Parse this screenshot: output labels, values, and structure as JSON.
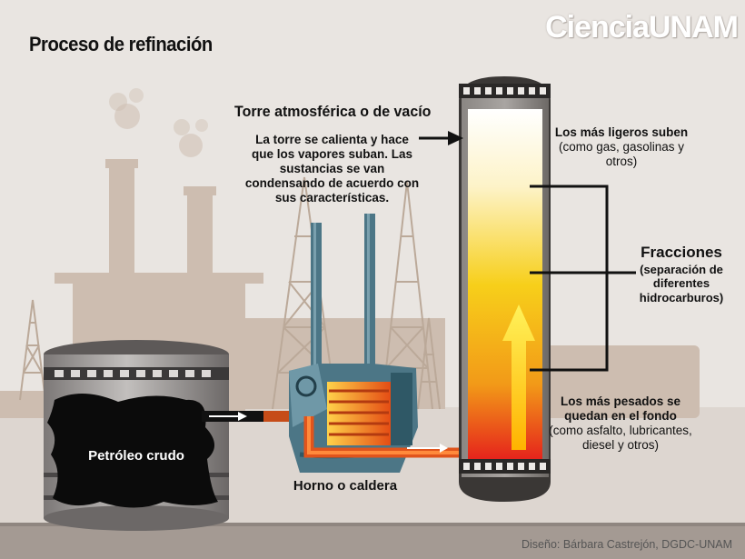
{
  "title": "Proceso de refinación",
  "brand": "CienciaUNAM",
  "tower": {
    "title": "Torre atmosférica o de vacío",
    "description": "La torre se calienta y hace que los vapores suban. Las sustancias se van condensando de acuerdo con sus características."
  },
  "light_fractions": {
    "heading": "Los más ligeros suben",
    "detail": "(como gas, gasolinas y otros)"
  },
  "fractions": {
    "title": "Fracciones",
    "description": "(separación de diferentes hidrocarburos)"
  },
  "heavy_fractions": {
    "heading": "Los más pesados se quedan en el fondo",
    "detail": "(como asfalto, lubricantes, diesel y otros)"
  },
  "tank_label": "Petróleo crudo",
  "furnace_label": "Horno o caldera",
  "credit": "Diseño: Bárbara Castrejón, DGDC-UNAM",
  "colors": {
    "background": "#e9e5e1",
    "factory_silhouette": "#c9b9ab",
    "ground": "#d6cfc9",
    "tower_shell": "#5e5a57",
    "crude_oil": "#0b0b0b",
    "furnace_blue": "#4c7686",
    "heat_orange": "#e85a1e",
    "gradient_top": "#ffffff",
    "gradient_mid": "#f7cf1a",
    "gradient_bottom": "#e5201c"
  }
}
